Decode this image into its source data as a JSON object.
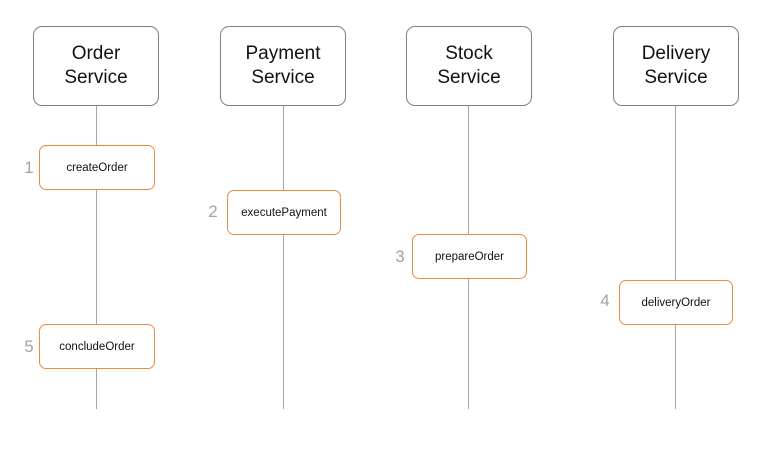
{
  "services": [
    {
      "line1": "Order",
      "line2": "Service"
    },
    {
      "line1": "Payment",
      "line2": "Service"
    },
    {
      "line1": "Stock",
      "line2": "Service"
    },
    {
      "line1": "Delivery",
      "line2": "Service"
    }
  ],
  "steps": [
    {
      "number": "1",
      "label": "createOrder"
    },
    {
      "number": "2",
      "label": "executePayment"
    },
    {
      "number": "3",
      "label": "prepareOrder"
    },
    {
      "number": "4",
      "label": "deliveryOrder"
    },
    {
      "number": "5",
      "label": "concludeOrder"
    }
  ],
  "colors": {
    "service_border": "#7f7f7f",
    "step_border": "#f08a3c",
    "lifeline": "#a6a6a6",
    "step_number": "#a3a3a3"
  }
}
